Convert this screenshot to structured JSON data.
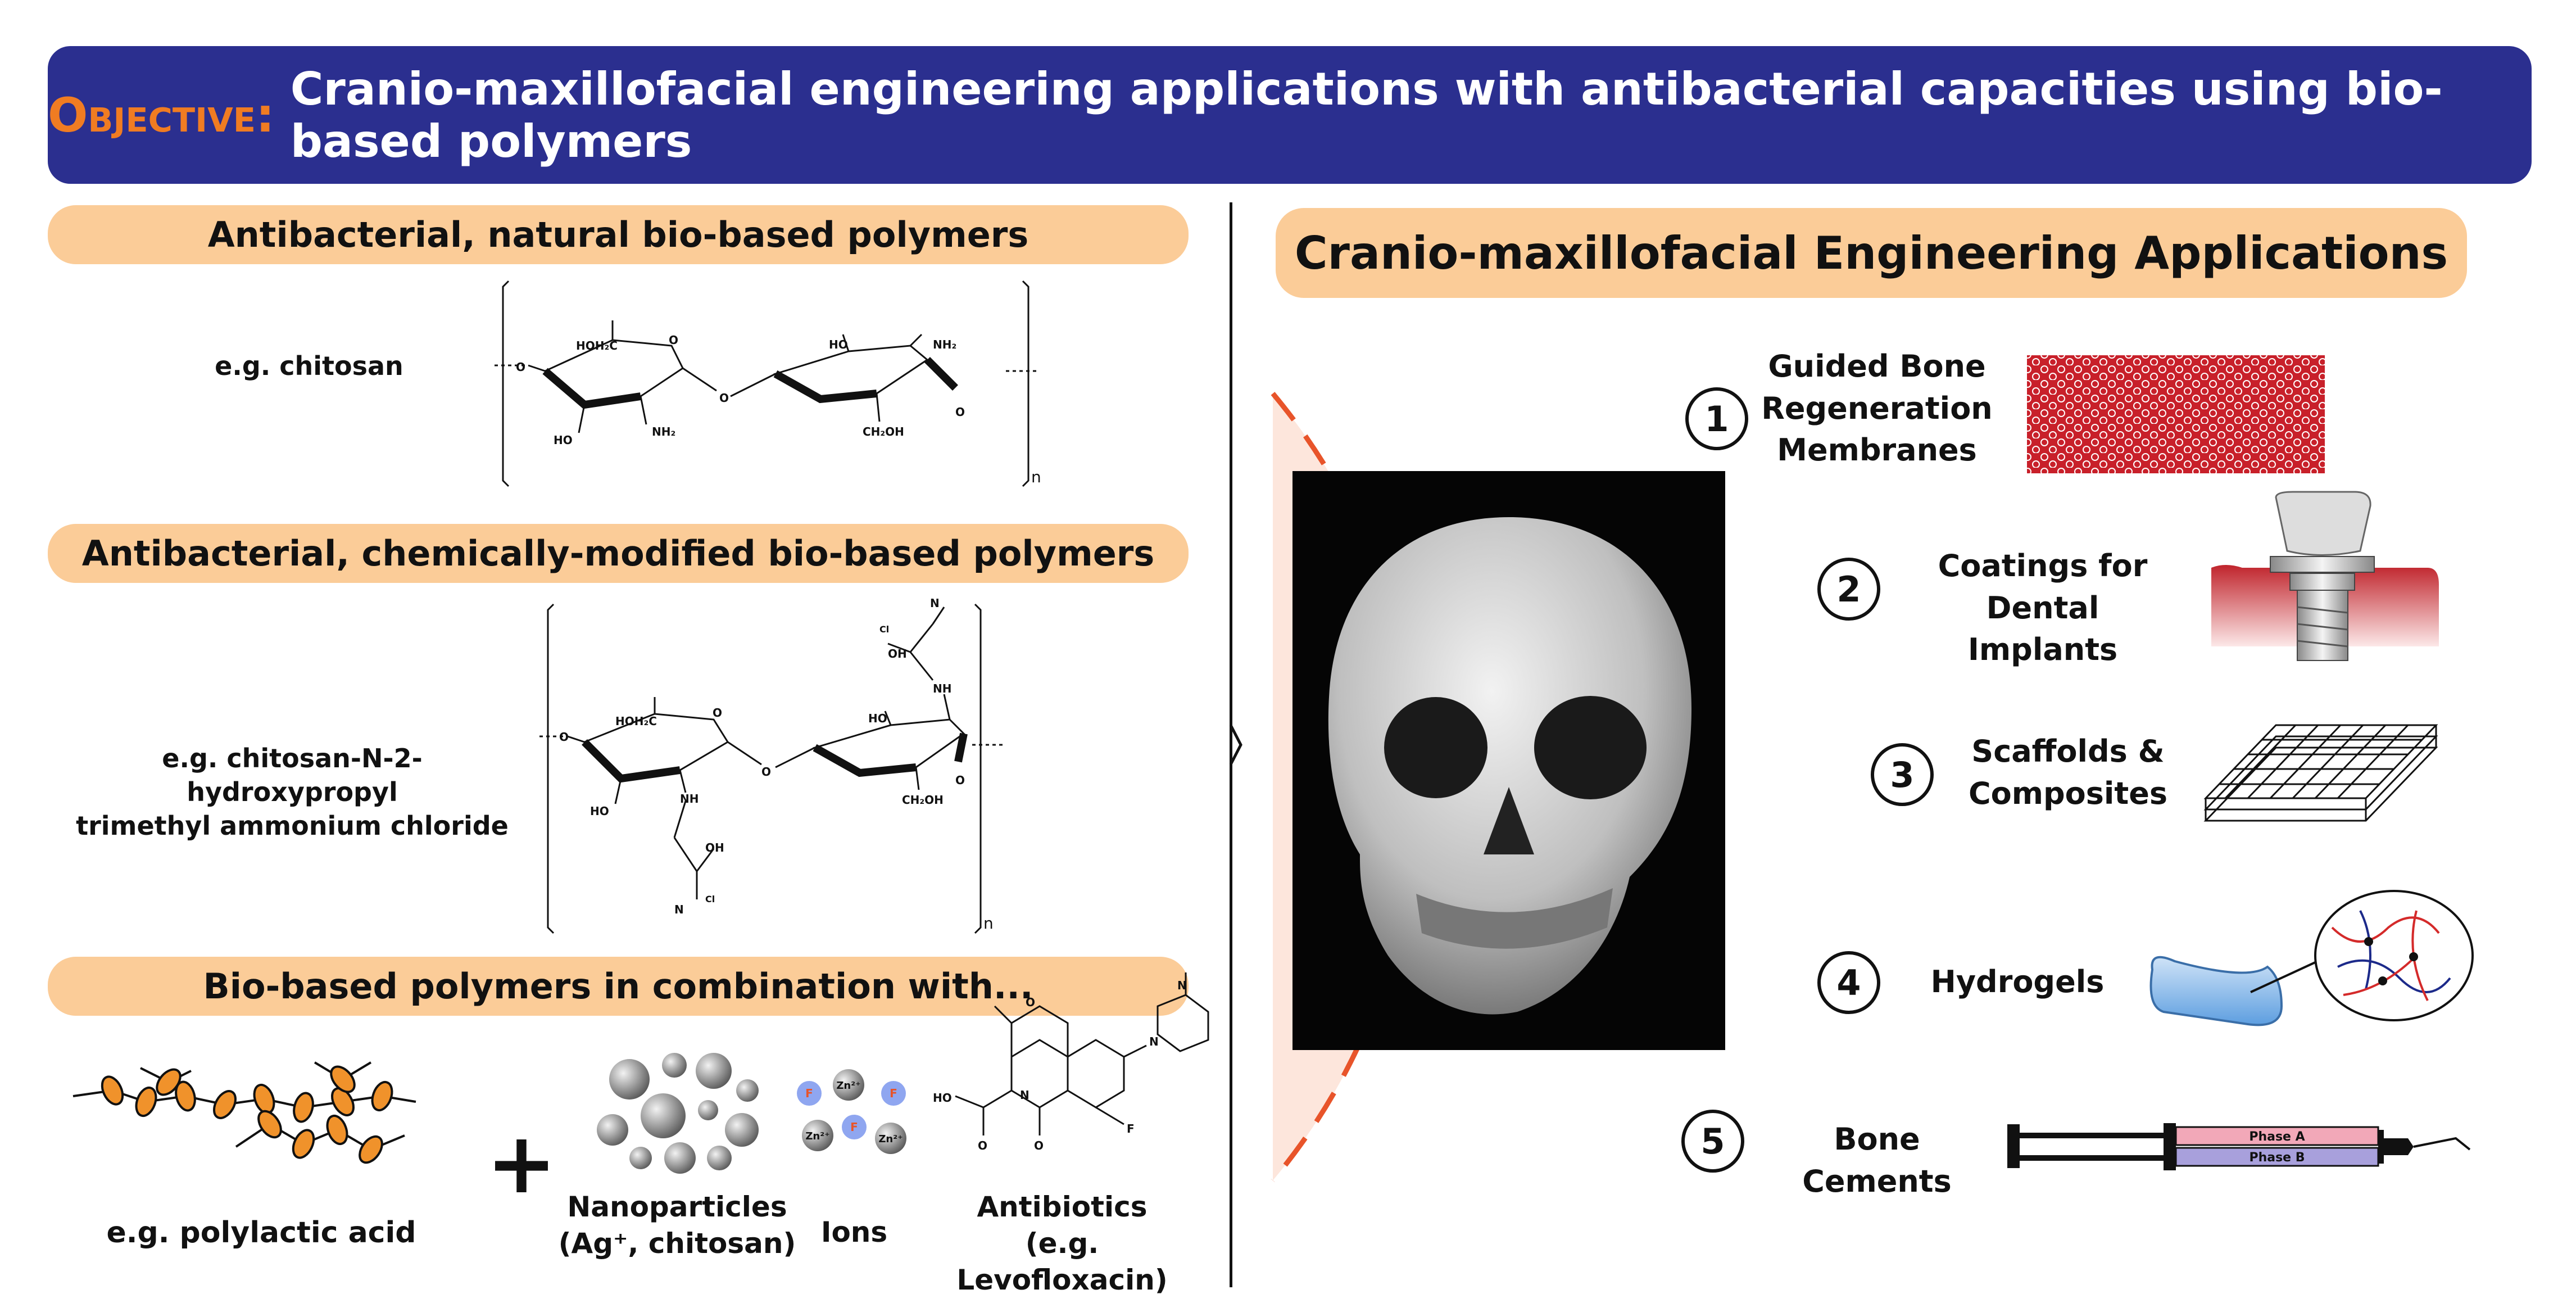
{
  "objective": {
    "label": "Objective:",
    "text": "Cranio-maxillofacial engineering applications with antibacterial capacities using bio-based polymers"
  },
  "left": {
    "section1": {
      "title": "Antibacterial, natural bio-based polymers",
      "example": "e.g. chitosan"
    },
    "section2": {
      "title": "Antibacterial, chemically-modified bio-based polymers",
      "example_line1": "e.g. chitosan-N-2-hydroxypropyl",
      "example_line2": "trimethyl ammonium chloride"
    },
    "section3": {
      "title": "Bio-based polymers in combination with...",
      "pla": "e.g. polylactic acid",
      "plus": "+",
      "nano_line1": "Nanoparticles",
      "nano_line2": "(Ag⁺, chitosan)",
      "ions": "Ions",
      "antibiotics_line1": "Antibiotics",
      "antibiotics_line2": "(e.g. Levofloxacin)"
    },
    "molecule_labels": {
      "hoh2c": "HOH₂C",
      "nh2": "NH₂",
      "ho": "HO",
      "ch2oh": "CH₂OH",
      "o": "O",
      "n_repeat": "n",
      "nh": "NH",
      "oh": "OH",
      "n": "N",
      "cl": "Cl",
      "ion_zn": "Zn²⁺",
      "ion_f": "F",
      "f": "F"
    }
  },
  "right": {
    "title": "Cranio-maxillofacial Engineering Applications",
    "apps": [
      {
        "num": "1",
        "line1": "Guided Bone",
        "line2": "Regeneration",
        "line3": "Membranes"
      },
      {
        "num": "2",
        "line1": "Coatings for",
        "line2": "Dental Implants"
      },
      {
        "num": "3",
        "line1": "Scaffolds &",
        "line2": "Composites"
      },
      {
        "num": "4",
        "line1": "Hydrogels"
      },
      {
        "num": "5",
        "line1": "Bone Cements"
      }
    ],
    "syringe": {
      "phase_a": "Phase A",
      "phase_b": "Phase B"
    }
  },
  "colors": {
    "banner": "#2b2f8f",
    "objective_label": "#f07c22",
    "pill": "#fbcc98",
    "dashed_circle": "#e8542a",
    "circle_fill": "#fde6dc",
    "membrane": "#c8202a",
    "pla": "#f0922b",
    "hydrogel": "#7fb3e8"
  }
}
